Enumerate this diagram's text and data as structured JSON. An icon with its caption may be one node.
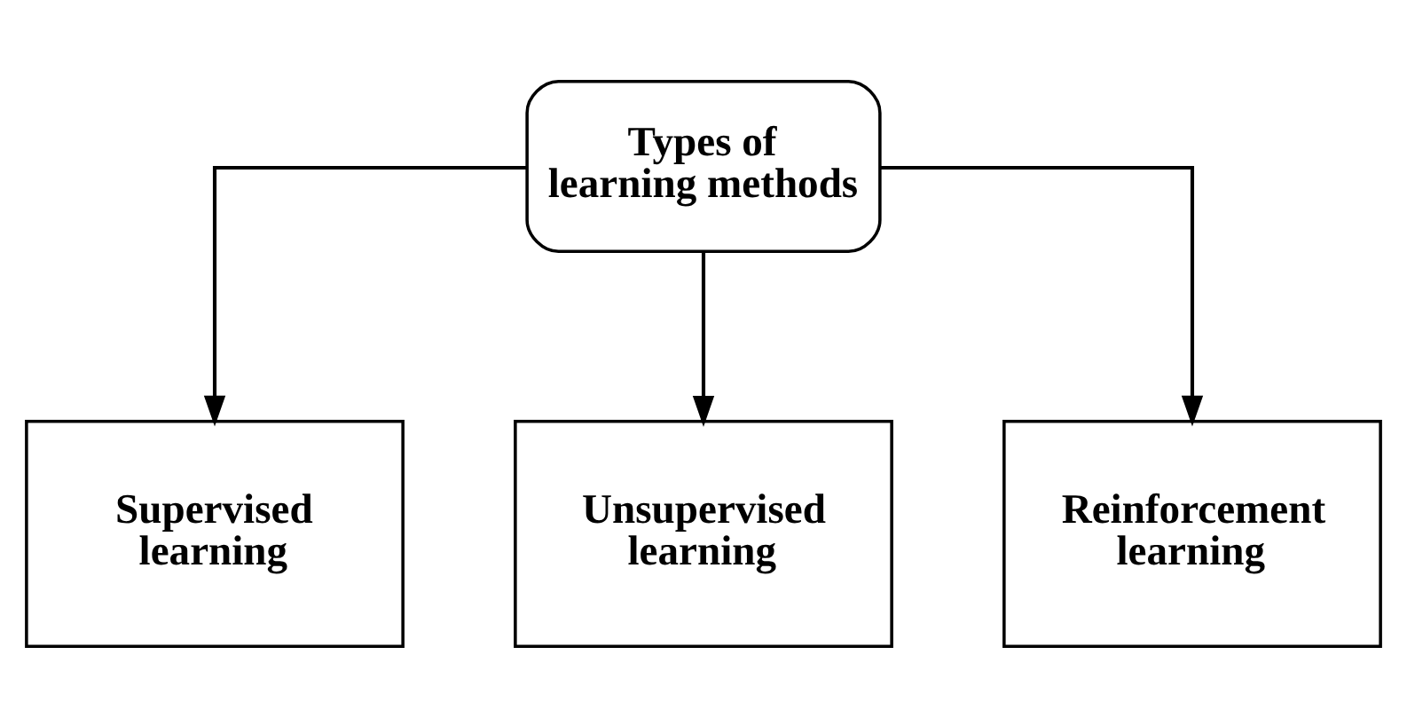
{
  "diagram": {
    "nodes": [
      {
        "text": [
          "Types of learning methods"
        ]
      },
      {
        "text": [
          "Supervised learning"
        ]
      },
      {
        "text": [
          "Unsupervised learning"
        ]
      },
      {
        "text": [
          "Reinforcement learning"
        ]
      }
    ],
    "edges": [
      {
        "from": 0,
        "to": 1,
        "arrow": "to"
      },
      {
        "from": 0,
        "to": 2,
        "arrow": "to"
      },
      {
        "from": 0,
        "to": 3,
        "arrow": "to"
      }
    ]
  }
}
